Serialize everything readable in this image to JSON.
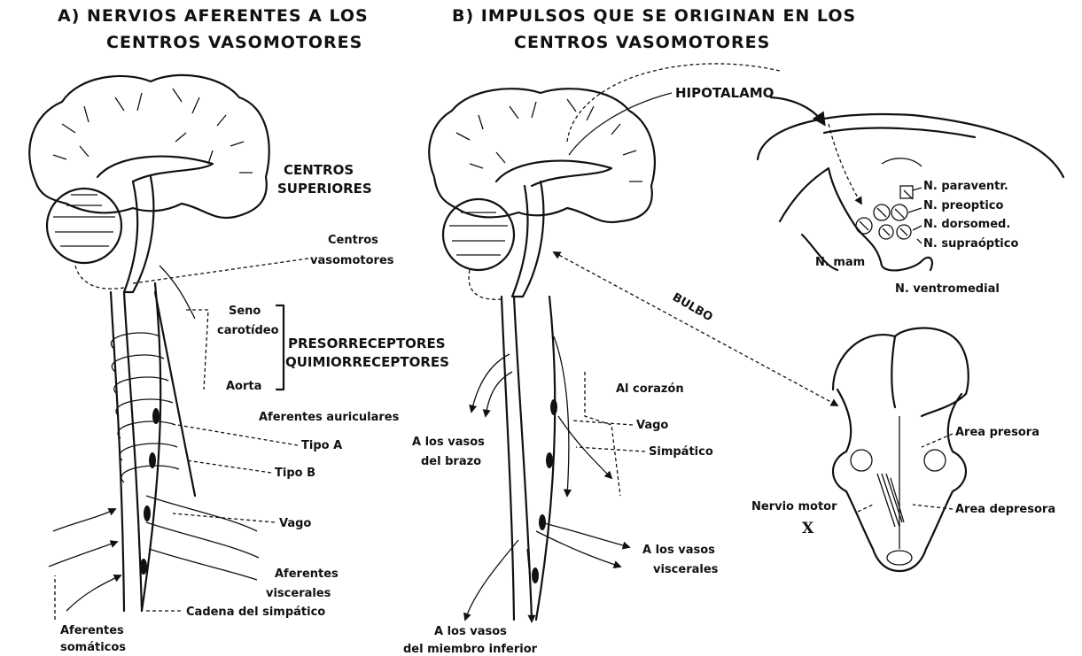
{
  "panel_a": {
    "title_line1": "A) NERVIOS AFERENTES A LOS",
    "title_line2": "CENTROS VASOMOTORES",
    "centros_superiores_1": "CENTROS",
    "centros_superiores_2": "SUPERIORES",
    "centros_vasomotores_1": "Centros",
    "centros_vasomotores_2": "vasomotores",
    "seno_1": "Seno",
    "seno_2": "carotídeo",
    "aorta": "Aorta",
    "presorreceptores": "PRESORRECEPTORES",
    "quimiorreceptores": "QUIMIORRECEPTORES",
    "aferentes_auriculares": "Aferentes auriculares",
    "tipo_a": "Tipo A",
    "tipo_b": "Tipo B",
    "vago": "Vago",
    "aferentes_viscerales_1": "Aferentes",
    "aferentes_viscerales_2": "viscerales",
    "cadena_simpatico": "Cadena del simpático",
    "aferentes_somaticos_1": "Aferentes",
    "aferentes_somaticos_2": "somáticos"
  },
  "panel_b": {
    "title_line1": "B) IMPULSOS QUE SE ORIGINAN EN LOS",
    "title_line2": "CENTROS VASOMOTORES",
    "hipotalamo": "HIPOTALAMO",
    "bulbo": "BULBO",
    "al_corazon": "Al corazón",
    "vago": "Vago",
    "simpatico": "Simpático",
    "vasos_brazo_1": "A los vasos",
    "vasos_brazo_2": "del brazo",
    "vasos_viscerales_1": "A los vasos",
    "vasos_viscerales_2": "viscerales",
    "vasos_inferior_1": "A los vasos",
    "vasos_inferior_2": "del miembro inferior"
  },
  "hypothalamus": {
    "n_paraventr": "N. paraventr.",
    "n_preoptico": "N. preoptico",
    "n_dorsomed": "N. dorsomed.",
    "n_supraoptico": "N. supraóptico",
    "n_mam": "N. mam",
    "n_ventromedial": "N. ventromedial"
  },
  "brainstem": {
    "area_presora": "Area presora",
    "area_depresora": "Area depresora",
    "nervio_motor": "Nervio motor",
    "nervio_numeral": "X"
  }
}
